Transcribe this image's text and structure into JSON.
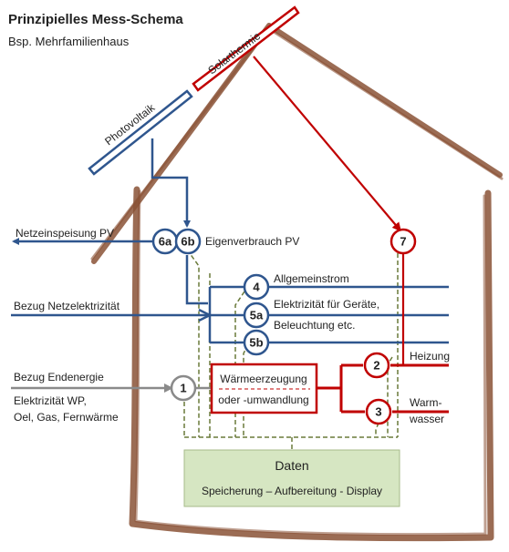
{
  "title": "Prinzipielles Mess-Schema",
  "subtitle": "Bsp. Mehrfamilienhaus",
  "colors": {
    "roof": "#8a5236",
    "electric": "#2f568e",
    "thermal": "#c00000",
    "gray": "#8a8a8a",
    "data_line": "#6a7a3a",
    "data_fill": "#d6e6c2"
  },
  "roof": {
    "photovoltaik": "Photovoltaik",
    "solarthermie": "Solarthermie"
  },
  "labels": {
    "netzeinspeisung": "Netzeinspeisung PV",
    "eigenverbrauch": "Eigenverbrauch PV",
    "allgemeinstrom": "Allgemeinstrom",
    "geraete_line1": "Elektrizität für Geräte,",
    "geraete_line2": "Beleuchtung     etc.",
    "bezug_netz": "Bezug Netzelektrizität",
    "bezug_endenergie": "Bezug Endenergie",
    "endenergie_line1": "Elektrizität WP,",
    "endenergie_line2": "Oel, Gas, Fernwärme",
    "heizung": "Heizung",
    "warmwasser_line1": "Warm-",
    "warmwasser_line2": "wasser"
  },
  "conversion_box": {
    "line1": "Wärmeerzeugung",
    "line2": "oder -umwandlung"
  },
  "data_box": {
    "title": "Daten",
    "subtitle": "Speicherung – Aufbereitung - Display"
  },
  "meters": {
    "m1": "1",
    "m2": "2",
    "m3": "3",
    "m4": "4",
    "m5a": "5a",
    "m5b": "5b",
    "m6a": "6a",
    "m6b": "6b",
    "m7": "7"
  }
}
